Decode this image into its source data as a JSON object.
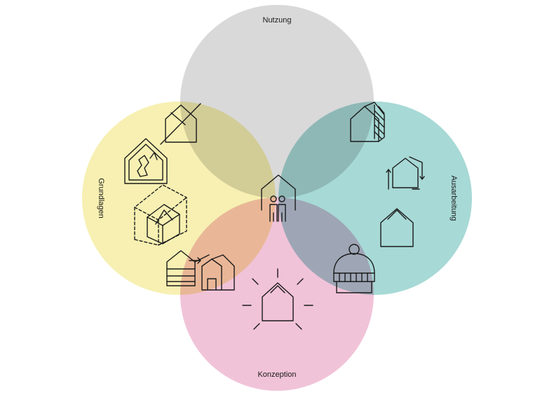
{
  "circles": [
    {
      "id": "nutzung",
      "label": "Nutzung",
      "color": "#d9d9d9"
    },
    {
      "id": "grundlagen",
      "label": "Grundlagen",
      "color": "#f7f0b2"
    },
    {
      "id": "ausarbeitung",
      "label": "Ausarbeitung",
      "color": "#a7d9d6"
    },
    {
      "id": "konzeption",
      "label": "Konzeption",
      "color": "#f1c3d8"
    }
  ],
  "icons": [
    "house-crossed-icon",
    "damaged-house-icon",
    "dashed-house-icon",
    "stacked-house-icon",
    "extended-house-icon",
    "people-house-icon",
    "insulated-wall-icon",
    "rotate-house-icon",
    "simple-house-icon",
    "house-with-beanie-icon",
    "shining-house-icon"
  ]
}
